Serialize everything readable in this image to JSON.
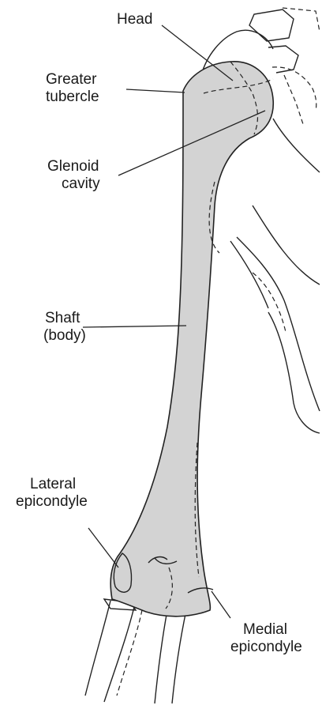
{
  "labels": {
    "head": "Head",
    "greater_tubercle": [
      "Greater",
      "tubercle"
    ],
    "glenoid_cavity": [
      "Glenoid",
      "cavity"
    ],
    "shaft": [
      "Shaft",
      "(body)"
    ],
    "lateral_epicondyle": [
      "Lateral",
      "epicondyle"
    ],
    "medial_epicondyle": [
      "Medial",
      "epicondyle"
    ]
  }
}
